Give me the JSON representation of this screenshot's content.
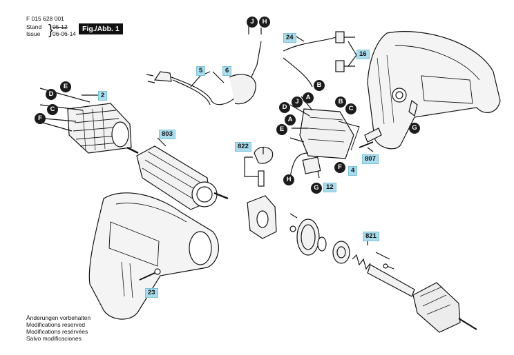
{
  "header": {
    "doc_number": "F 015 628 001",
    "stand_label": "Stand",
    "stand_value": "05-12",
    "issue_label": "Issue",
    "issue_value": "06-06-14",
    "figure_tag": "Fig./Abb. 1"
  },
  "part_numbers": {
    "p2": "2",
    "p4": "4",
    "p5": "5",
    "p6": "6",
    "p12": "12",
    "p16": "16",
    "p23": "23",
    "p24": "24",
    "p803": "803",
    "p807": "807",
    "p821": "821",
    "p822": "822"
  },
  "wire_markers": {
    "j": "J",
    "h": "H",
    "a": "A",
    "b": "B",
    "c": "C",
    "d": "D",
    "e": "E",
    "f": "F",
    "g": "G"
  },
  "footer": {
    "line1": "Änderungen vorbehalten",
    "line2": "Modifications reserved",
    "line3": "Modifications resérvées",
    "line4": "Salvo modificaciones"
  },
  "colors": {
    "label_fill": "#a9dcec",
    "marker_fill": "#1b1b1b"
  }
}
